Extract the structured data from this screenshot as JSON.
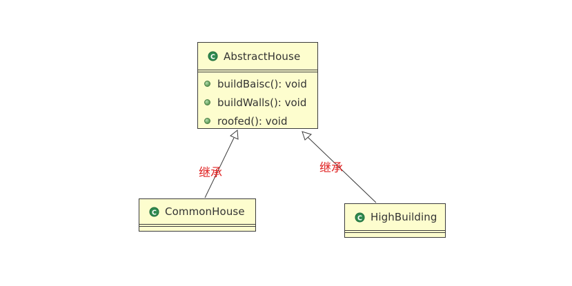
{
  "diagram": {
    "classes": {
      "abstract_house": {
        "name": "AbstractHouse",
        "methods": [
          "buildBaisc(): void",
          "buildWalls(): void",
          "roofed(): void"
        ]
      },
      "common_house": {
        "name": "CommonHouse"
      },
      "high_building": {
        "name": "HighBuilding"
      }
    },
    "relations": {
      "common_to_abstract": {
        "label": "继承"
      },
      "high_to_abstract": {
        "label": "继承"
      }
    },
    "colors": {
      "class_fill": "#fdfdce",
      "class_border": "#3a3a3a",
      "icon": "#2f8a4f",
      "label": "#e02020"
    }
  }
}
